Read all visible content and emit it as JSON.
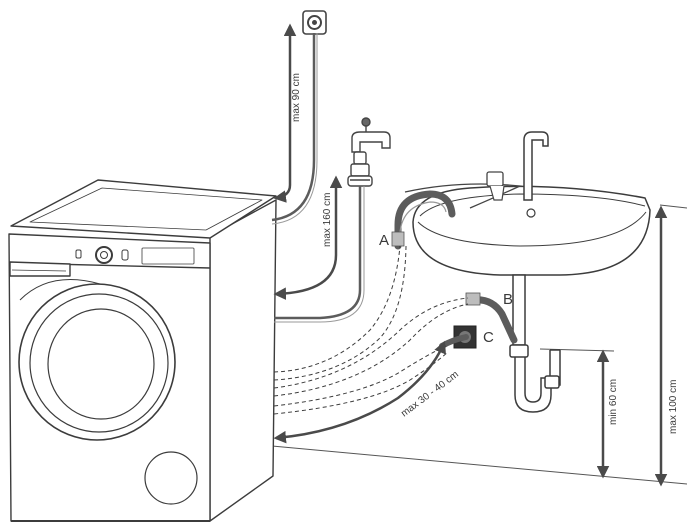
{
  "labels": {
    "hose_a": "A",
    "hose_b": "B",
    "hose_c": "C",
    "max_90": "max 90 cm",
    "max_160": "max 160 cm",
    "max_30_40": "max 30 - 40 cm",
    "min_60": "min 60 cm",
    "max_100": "max 100 cm"
  },
  "colors": {
    "line": "#3c3c3c",
    "hose": "#5c5c5c",
    "arrow": "#4a4a4a",
    "hose_tip": "#bdbdbd"
  }
}
